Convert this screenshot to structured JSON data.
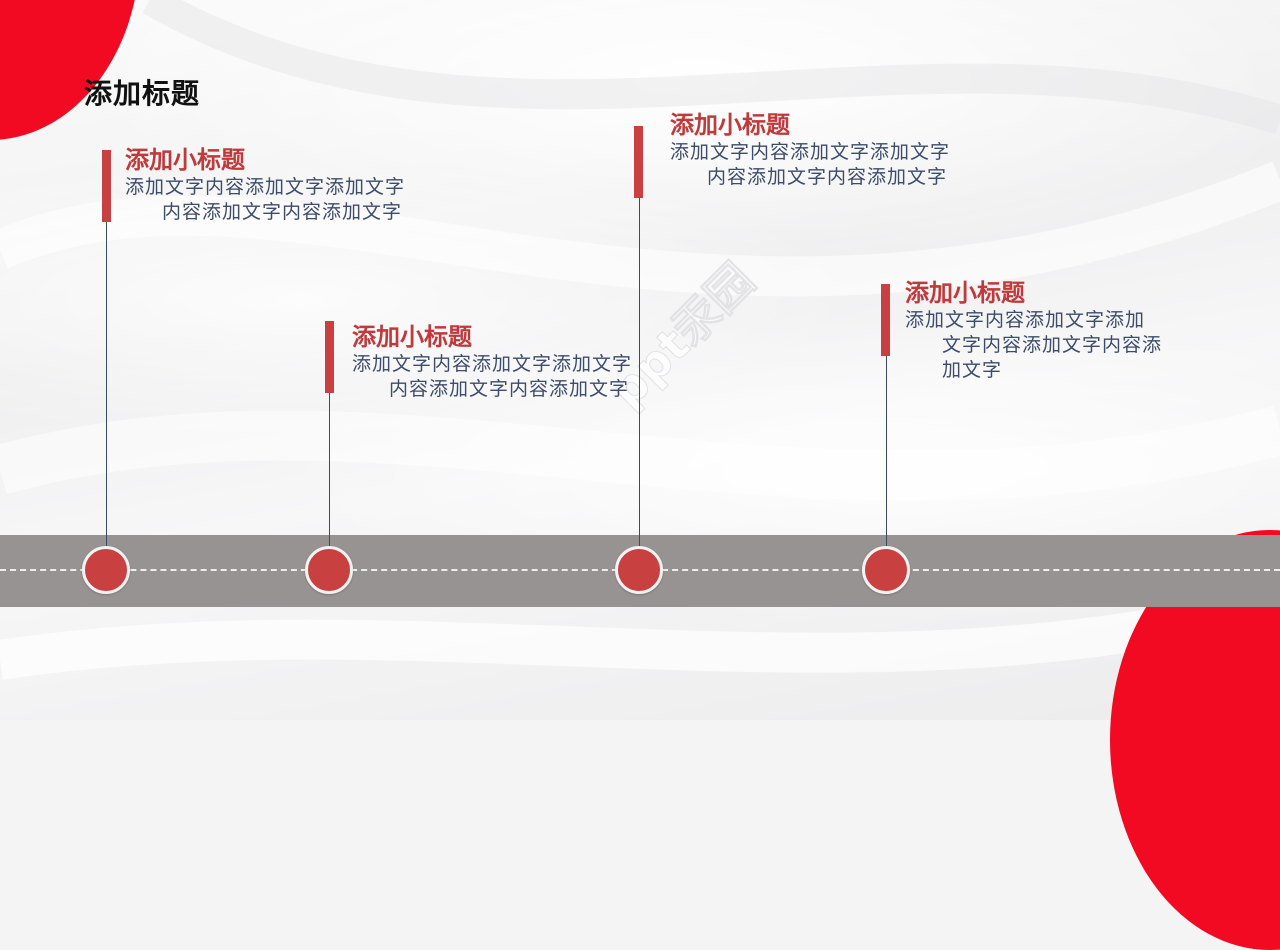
{
  "slide": {
    "title": "添加标题",
    "watermark": "ppt汞园",
    "colors": {
      "accent_red": "#c84140",
      "corner_red": "#f20a22",
      "road_gray": "#979392",
      "body_text": "#3d4c6a",
      "subtitle_red": "#c0393b"
    }
  },
  "timeline": {
    "items": [
      {
        "subtitle": "添加小标题",
        "text": "添加文字内容添加文字添加文字内容添加文字内容添加文字"
      },
      {
        "subtitle": "添加小标题",
        "text": "添加文字内容添加文字添加文字内容添加文字内容添加文字"
      },
      {
        "subtitle": "添加小标题",
        "text": "添加文字内容添加文字添加文字内容添加文字内容添加文字"
      },
      {
        "subtitle": "添加小标题",
        "text": "添加文字内容添加文字添加文字内容添加文字内容添加文字"
      }
    ]
  }
}
